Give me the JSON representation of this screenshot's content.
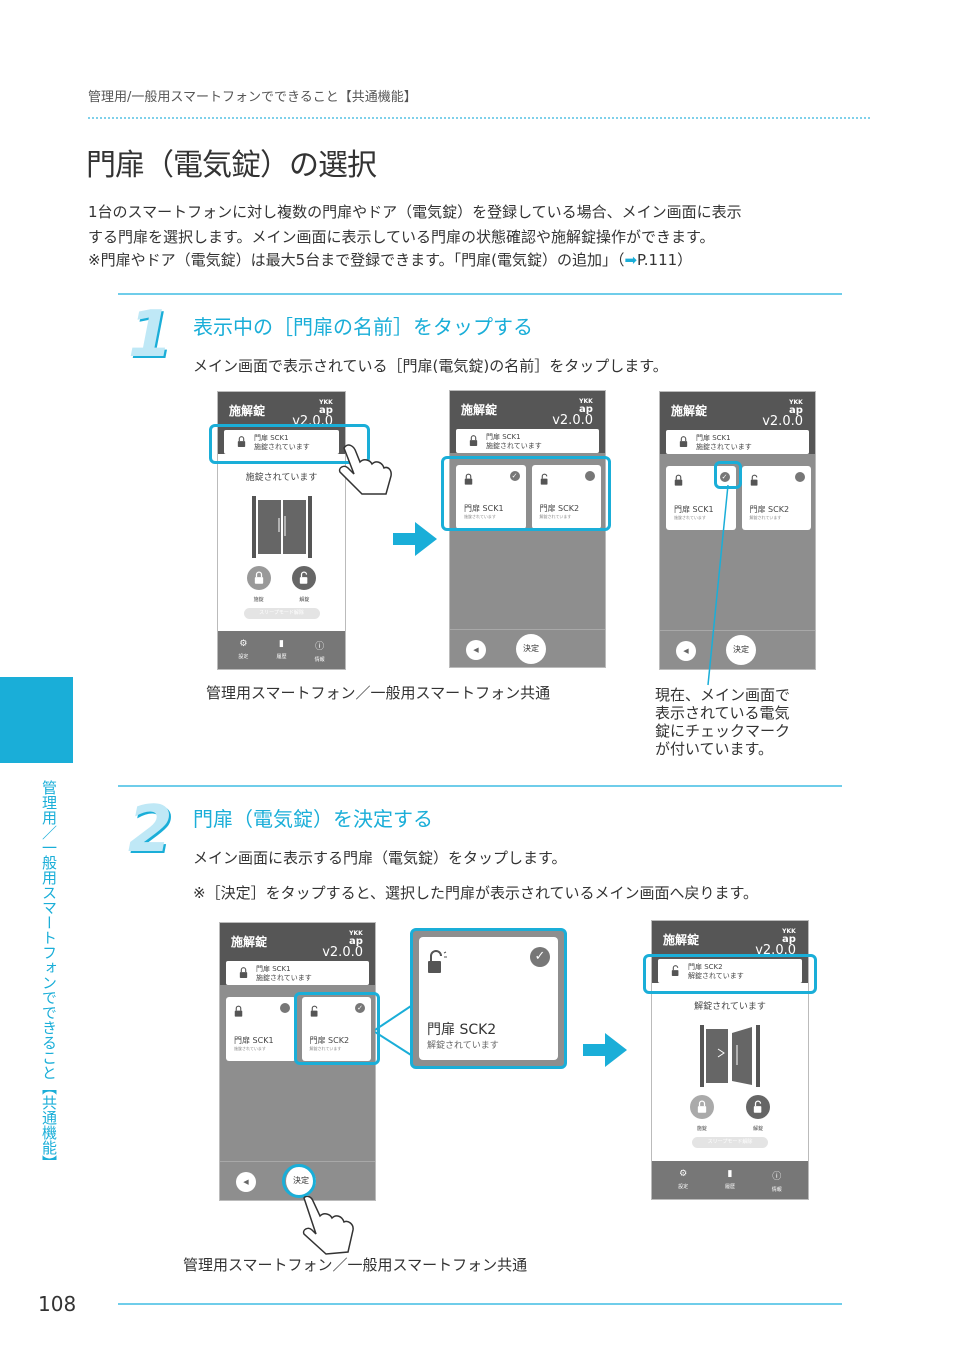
{
  "header": {
    "section": "管理用/一般用スマートフォンでできること【共通機能】"
  },
  "page_title": "門扉（電気錠）の選択",
  "intro": [
    "1台のスマートフォンに対し複数の門扉やドア（電気錠）を登録している場合、メイン画面に表示",
    "する門扉を選択します。メイン画面に表示している門扉の状態確認や施解錠操作ができます。",
    "※門扉やドア（電気錠）は最大5台まで登録できます。「門扉(電気錠）の追加」（",
    "P.111）"
  ],
  "steps": [
    {
      "number": "1",
      "heading": "表示中の［門扉の名前］をタップする",
      "text": "メイン画面で表示されている［門扉(電気錠)の名前］をタップします。",
      "caption": "管理用スマートフォン／一般用スマートフォン共通",
      "note": [
        "現在、メイン画面で",
        "表示されている電気",
        "錠にチェックマーク",
        "が付いています。"
      ]
    },
    {
      "number": "2",
      "heading": "門扉（電気錠）を決定する",
      "text": "メイン画面に表示する門扉（電気錠）をタップします。",
      "note": "※［決定］をタップすると、選択した門扉が表示されているメイン画面へ戻ります。",
      "caption": "管理用スマートフォン／一般用スマートフォン共通"
    }
  ],
  "app": {
    "title": "施解錠",
    "logo_top": "YKK",
    "logo_bottom": "ap",
    "version": "v2.0.0",
    "locked_status": "施錠されています",
    "unlocked_status": "解錠されています",
    "lock_label": "施錠",
    "unlock_label": "解錠",
    "sleep_label": "スリープモード解除",
    "nav": [
      "設定",
      "履歴",
      "情報"
    ],
    "back": "◀",
    "ok": "決定",
    "doors": [
      {
        "name": "門扉 SCK1",
        "status": "施錠されています"
      },
      {
        "name": "門扉 SCK2",
        "status": "解錠されています"
      }
    ]
  },
  "zoom_card": {
    "name": "門扉 SCK2",
    "status": "解錠されています"
  },
  "sidebar": {
    "chapter": "管理用／一般用スマートフォンでできること【共通機能】"
  },
  "page_number": "108",
  "colors": {
    "accent": "#1aaed8"
  }
}
